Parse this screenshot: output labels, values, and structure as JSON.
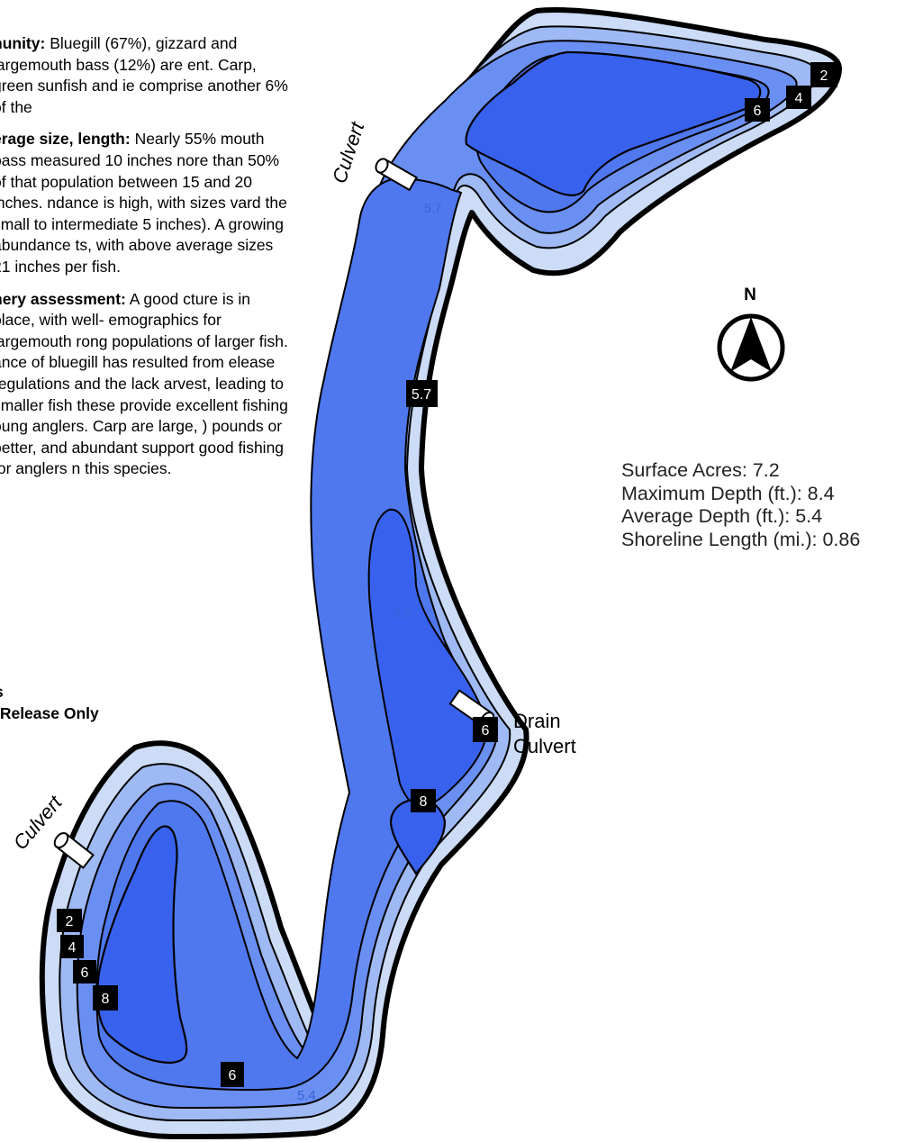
{
  "text": {
    "community_heading": "nunity:",
    "community_body": "Bluegill (67%), gizzard and largemouth bass (12%) are ent. Carp, green sunfish and ie comprise another 6% of the",
    "size_heading": "erage size, length:",
    "size_body": "Nearly 55% mouth bass measured 10 inches nore than 50% of that population between 15 and 20 inches. ndance is high, with sizes vard the small to intermediate 5 inches). A growing abundance ts, with above average sizes 21 inches per fish.",
    "assessment_heading": "hery assessment:",
    "assessment_body": "A good cture is in place, with well- emographics for largemouth rong populations of larger fish. ance of bluegill has resulted from elease regulations and the lack arvest, leading to smaller fish these provide excellent fishing oung anglers. Carp are large, ) pounds or better, and abundant support good fishing for anglers n this species.",
    "regs_line1": "s",
    "regs_line2": "-Release Only"
  },
  "stats": {
    "surface_acres": "Surface Acres: 7.2",
    "max_depth": "Maximum Depth (ft.): 8.4",
    "avg_depth": "Average Depth (ft.): 5.4",
    "shoreline": "Shoreline Length (mi.): 0.86"
  },
  "map": {
    "north": "N",
    "culvert_top": "Culvert",
    "culvert_left": "Culvert",
    "drain_line1": "Drain",
    "drain_line2": "Culvert",
    "depth_labels": {
      "ne_2": "2",
      "ne_4": "4",
      "ne_6": "6",
      "mid_57": "5.7",
      "mid_6": "6",
      "mid_8": "8",
      "sw_2": "2",
      "sw_4": "4",
      "sw_6": "6",
      "sw_8": "8",
      "south_6": "6"
    },
    "soundings": {
      "s_57": "5.7",
      "s_65": "6.5",
      "s_54": "5.4"
    },
    "colors": {
      "shore_fill": "#ccdcf7",
      "depth2": "#9eb9f3",
      "depth4": "#6a8ff2",
      "depth6": "#4f78ef",
      "depth8": "#3862ee",
      "sounding_text": "#3a62d8"
    }
  }
}
